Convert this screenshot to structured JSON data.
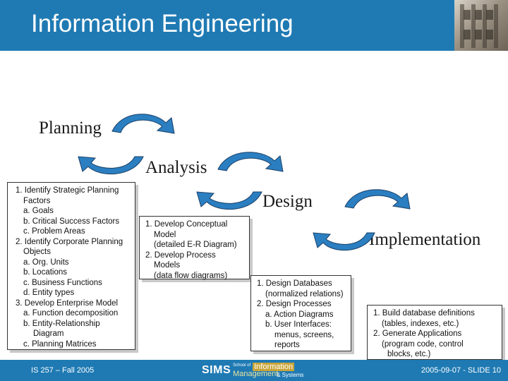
{
  "header": {
    "title": "Information Engineering"
  },
  "stages": [
    {
      "label": "Planning"
    },
    {
      "label": "Analysis"
    },
    {
      "label": "Design"
    },
    {
      "label": "Implementation"
    }
  ],
  "boxes": {
    "planning": [
      "1. Identify Strategic Planning",
      "Factors",
      "a. Goals",
      "b. Critical Success Factors",
      "c. Problem Areas",
      "2. Identify  Corporate Planning",
      "Objects",
      "a. Org. Units",
      "b. Locations",
      "c. Business Functions",
      "d. Entity types",
      "3. Develop Enterprise Model",
      "a. Function decomposition",
      "b. Entity-Relationship",
      "Diagram",
      "c. Planning Matrices"
    ],
    "analysis": [
      "1. Develop Conceptual",
      "Model",
      "(detailed E-R Diagram)",
      "2. Develop Process",
      "Models",
      "(data flow diagrams)"
    ],
    "design": [
      "1. Design Databases",
      "(normalized relations)",
      "2. Design Processes",
      "a. Action Diagrams",
      "b. User Interfaces:",
      "menus, screens,",
      "reports"
    ],
    "implementation": [
      "1. Build database definitions",
      "(tables, indexes, etc.)",
      "2. Generate Applications",
      "(program code, control",
      "blocks, etc.)"
    ]
  },
  "footer": {
    "left": "IS 257 – Fall 2005",
    "right": "2005-09-07 - SLIDE 10",
    "logo": {
      "sims": "SIMS",
      "small": "School of",
      "information": "Information",
      "management": "Management",
      "systems": "& Systems"
    }
  },
  "colors": {
    "header_bg": "#1f7ab3",
    "arrow_fill": "#2b7fc1",
    "arrow_stroke": "#1a3f66"
  }
}
